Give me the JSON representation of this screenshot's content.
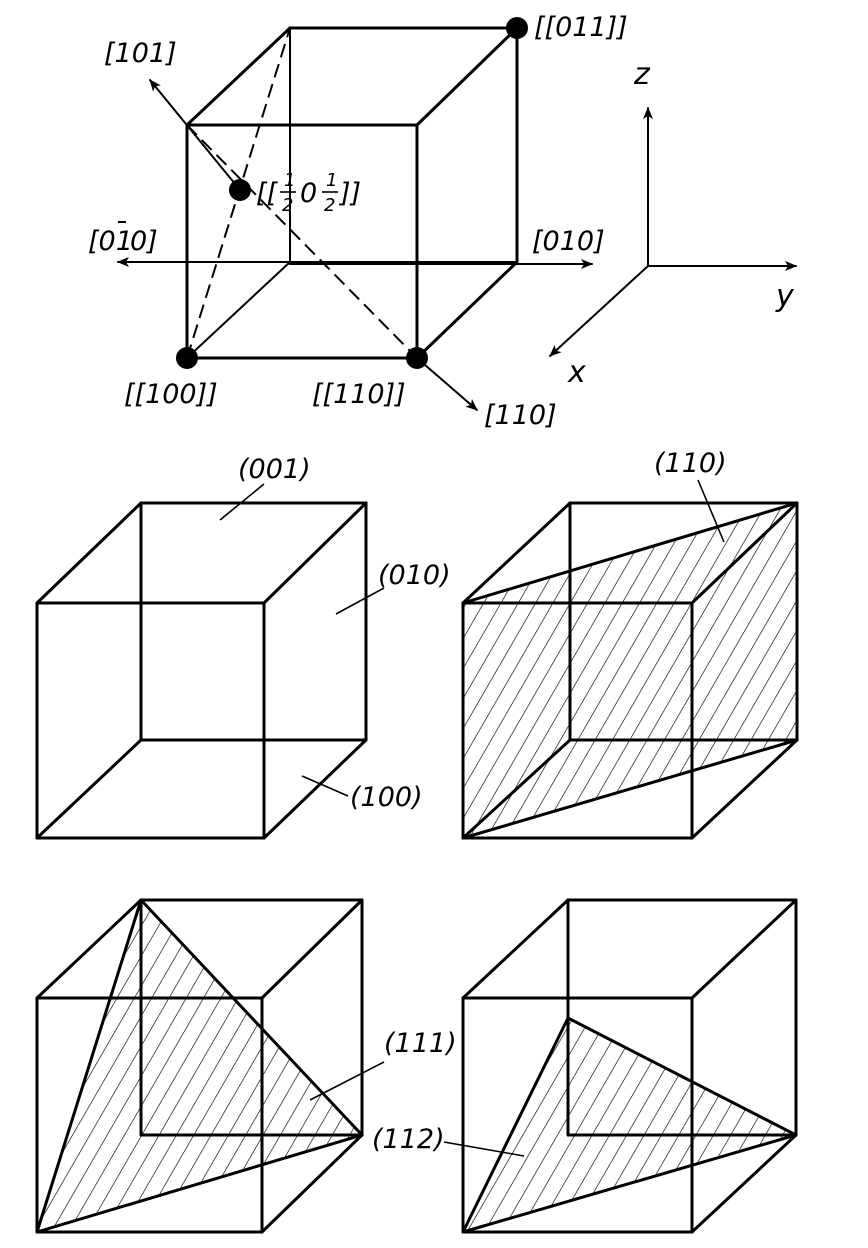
{
  "directions": {
    "d101": "[101]",
    "d0m10_main": "[01",
    "d0m10_tail": "0]",
    "d010": "[010]",
    "d110": "[110]"
  },
  "points": {
    "p011": "[[011]]",
    "p100": "[[100]]",
    "p110": "[[110]]",
    "p_half_open": "[[",
    "p_half_num1": "1",
    "p_half_den1": "2",
    "p_half_mid": "0",
    "p_half_num2": "1",
    "p_half_den2": "2",
    "p_half_close": "]]"
  },
  "axes": {
    "x": "x",
    "y": "y",
    "z": "z"
  },
  "planes": {
    "p001": "(001)",
    "p010": "(010)",
    "p100": "(100)",
    "p110": "(110)",
    "p111": "(111)",
    "p112": "(112)"
  }
}
